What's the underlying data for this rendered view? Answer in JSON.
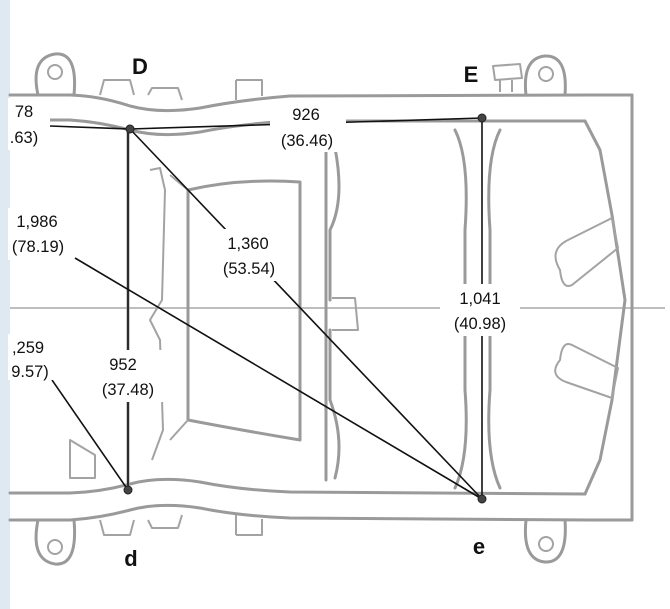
{
  "points": {
    "D": "D",
    "E": "E",
    "d": "d",
    "e": "e"
  },
  "measurements": [
    {
      "id": "m1",
      "mm": "78",
      "inch": ".63)"
    },
    {
      "id": "m2",
      "mm": "926",
      "inch": "(36.46)"
    },
    {
      "id": "m3",
      "mm": "1,986",
      "inch": "(78.19)"
    },
    {
      "id": "m4",
      "mm": "1,360",
      "inch": "(53.54)"
    },
    {
      "id": "m5",
      "mm": "1,041",
      "inch": "(40.98)"
    },
    {
      "id": "m6",
      "mm": ",259",
      "inch": "9.57)"
    },
    {
      "id": "m7",
      "mm": "952",
      "inch": "(37.48)"
    }
  ],
  "colors": {
    "frame": "#9a9a9a",
    "dimension_line": "#111111",
    "edge_strip": "#dfe9f2"
  }
}
